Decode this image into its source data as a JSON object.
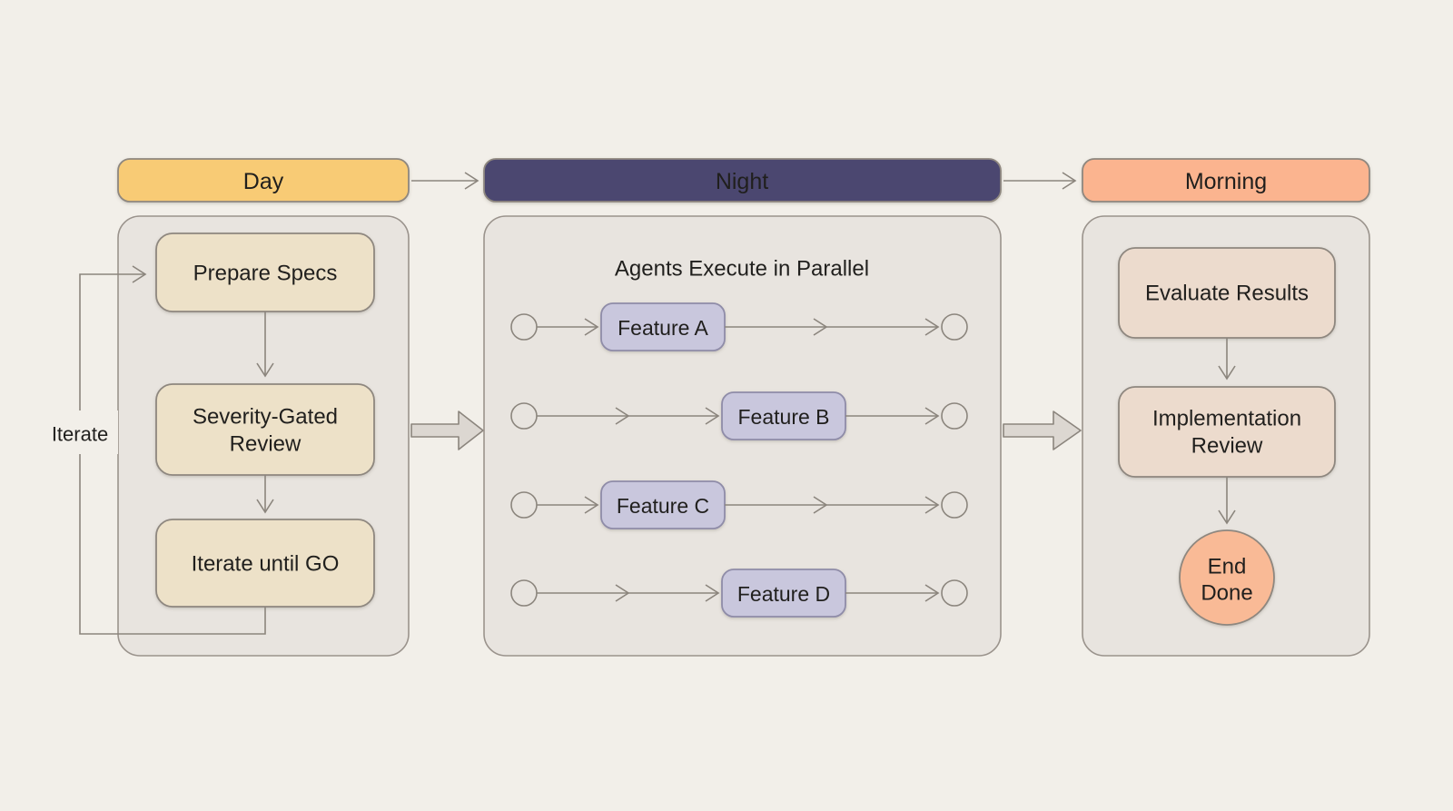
{
  "colors": {
    "background": "#f2efe9",
    "day_pill": "#f8cb74",
    "night_pill": "#4b4670",
    "morning_pill": "#fbb48f",
    "panel_fill": "#e8e4df",
    "spec_box": "#ede1c8",
    "feature_box": "#c9c7dd",
    "review_box": "#ecdbcd",
    "end_circle": "#f9ba96",
    "connector": "#8b857d",
    "night_text": "#f7f5fa",
    "text": "#201f1d"
  },
  "headers": {
    "day": "Day",
    "night": "Night",
    "morning": "Morning"
  },
  "day_panel": {
    "iterate_label": "Iterate",
    "steps": [
      {
        "lines": [
          "Prepare Specs"
        ]
      },
      {
        "lines": [
          "Severity-Gated",
          "Review"
        ]
      },
      {
        "lines": [
          "Iterate until GO"
        ]
      }
    ]
  },
  "night_panel": {
    "title": "Agents Execute in Parallel",
    "features": [
      "Feature A",
      "Feature B",
      "Feature C",
      "Feature D"
    ]
  },
  "morning_panel": {
    "steps": [
      {
        "lines": [
          "Evaluate Results"
        ]
      },
      {
        "lines": [
          "Implementation",
          "Review"
        ]
      }
    ],
    "end": {
      "lines": [
        "End",
        "Done"
      ]
    }
  }
}
